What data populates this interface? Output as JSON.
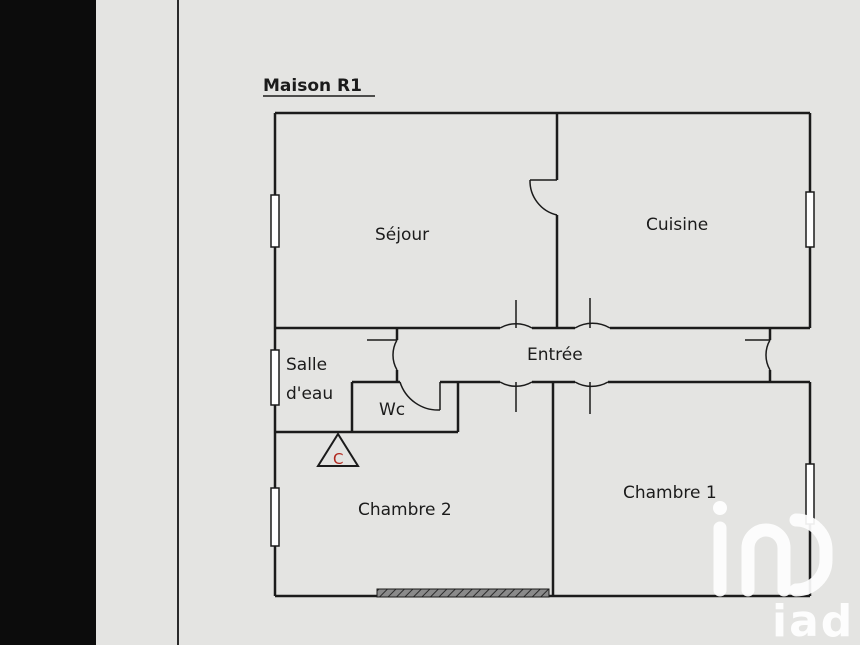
{
  "title": "Maison R1",
  "rooms": {
    "sejour": "Séjour",
    "cuisine": "Cuisine",
    "entree": "Entrée",
    "salle_deau_line1": "Salle",
    "salle_deau_line2": "d'eau",
    "wc": "Wc",
    "chambre2": "Chambre 2",
    "chambre1": "Chambre 1"
  },
  "symbols": {
    "boiler_mark": "C"
  },
  "watermark": {
    "text": "iad"
  },
  "colors": {
    "wall": "#1b1b1b",
    "paper": "#e4e4e2",
    "boiler_mark": "#b0261c"
  }
}
